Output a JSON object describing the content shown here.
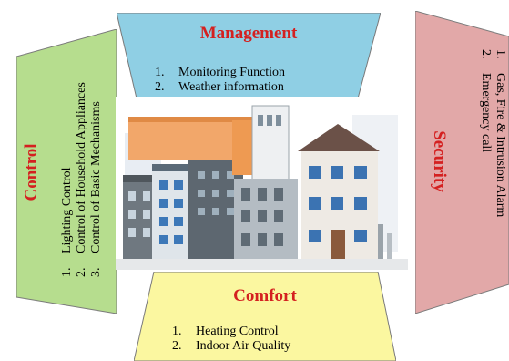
{
  "panels": {
    "management": {
      "title": "Management",
      "items": [
        {
          "num": "1.",
          "text": "Monitoring Function"
        },
        {
          "num": "2.",
          "text": "Weather information"
        }
      ],
      "fill": "#8fcfe4"
    },
    "comfort": {
      "title": "Comfort",
      "items": [
        {
          "num": "1.",
          "text": "Heating Control"
        },
        {
          "num": "2.",
          "text": "Indoor Air Quality"
        }
      ],
      "fill": "#fbf7a0"
    },
    "control": {
      "title": "Control",
      "items": [
        {
          "num": "1.",
          "text": "Lighting Control"
        },
        {
          "num": "2.",
          "text": "Control of Household Appliances"
        },
        {
          "num": "3.",
          "text": "Control of Basic Mechanisms"
        }
      ],
      "fill": "#b6dd8e"
    },
    "security": {
      "title": "Security",
      "items": [
        {
          "num": "1.",
          "text": "Gas, Fire & Intrusion Alarm"
        },
        {
          "num": "2.",
          "text": "Emergency call"
        }
      ],
      "fill": "#e2a8a8"
    }
  },
  "center_image": {
    "icon": "smart-buildings-illustration"
  }
}
